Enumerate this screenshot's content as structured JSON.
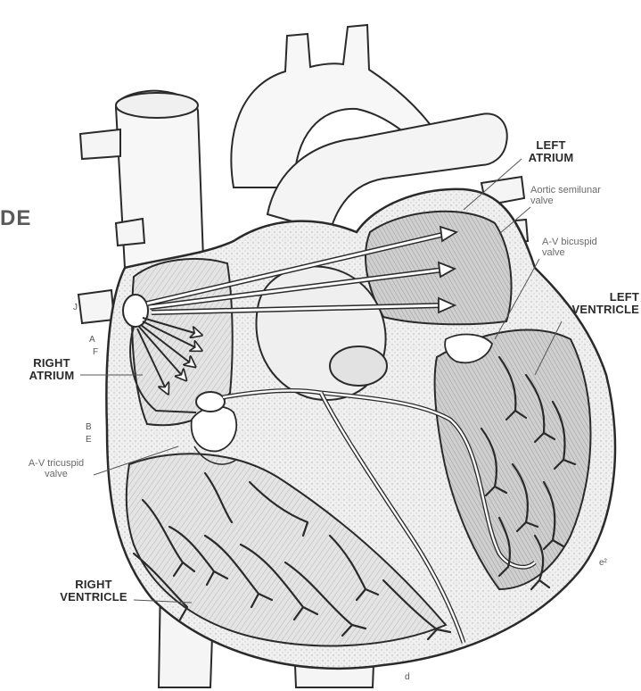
{
  "labels": {
    "left_atrium": "LEFT\nATRIUM",
    "aortic_valve": "Aortic semilunar\nvalve",
    "av_bicuspid": "A-V bicuspid\nvalve",
    "left_ventricle": "LEFT\nVENTRICLE",
    "right_atrium": "RIGHT\nATRIUM",
    "av_tricuspid": "A-V tricuspid\nvalve",
    "right_ventricle": "RIGHT\nVENTRICLE",
    "node_fragment": "DE",
    "marker_a": "A",
    "marker_j": "J",
    "marker_b": "B",
    "marker_e": "E",
    "marker_f": "F",
    "marker_d": "d",
    "marker_e2": "e²"
  },
  "colors": {
    "ink": "#2a2a2a",
    "chamber_fill": "#d9d9d9",
    "wall_fill": "#efefef",
    "vessel_fill": "#f7f7f7",
    "pathway": "#3a3a3a"
  }
}
